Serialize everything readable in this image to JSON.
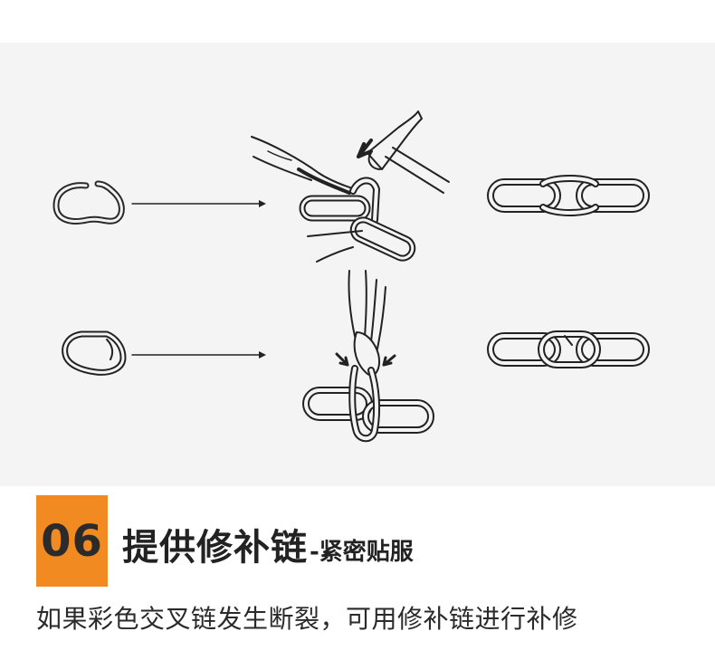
{
  "section": {
    "number": "06",
    "title": "提供修补链",
    "subtitle": "-紧密贴服",
    "description": "如果彩色交叉链发生断裂，可用修补链进行补修"
  },
  "colors": {
    "badge": "#f28a22",
    "panel_background": "#f4f4f4",
    "line_art": "#222222"
  },
  "illustrations": [
    "open-repair-link-icon",
    "arrow-icon",
    "hammer-and-pliers-closing-link",
    "repaired-chain-top",
    "crushed-repair-link-icon",
    "arrow-icon",
    "pliers-pinching-link",
    "repaired-chain-bottom"
  ]
}
